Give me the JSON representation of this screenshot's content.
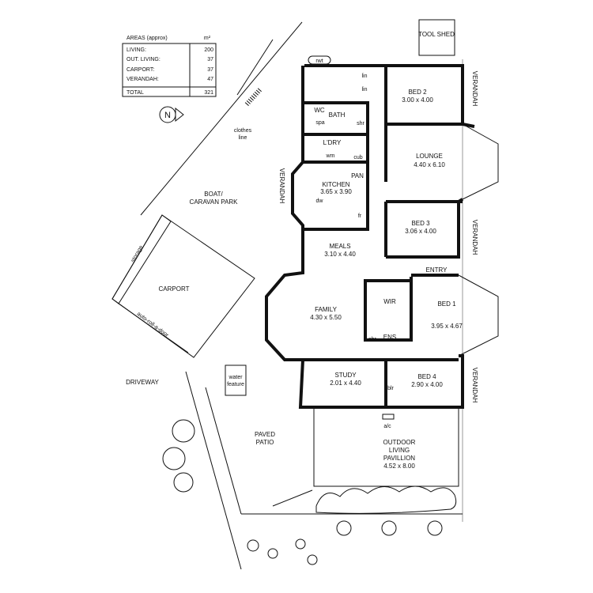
{
  "areas_table": {
    "header": "AREAS (approx)",
    "unit": "m²",
    "rows": [
      {
        "label": "LIVING:",
        "value": "200"
      },
      {
        "label": "OUT. LIVING:",
        "value": "37"
      },
      {
        "label": "CARPORT:",
        "value": "37"
      },
      {
        "label": "VERANDAH:",
        "value": "47"
      }
    ],
    "total": {
      "label": "TOTAL",
      "value": "321"
    }
  },
  "compass": "N",
  "labels": {
    "tool_shed": "TOOL SHED",
    "rwt": "rwt",
    "wc": "WC",
    "lin1": "lin",
    "lin2": "lin",
    "bath": "BATH",
    "spa": "spa",
    "shr_bath": "shr",
    "ldry": "L'DRY",
    "wm": "wm",
    "cub": "cub",
    "pan": "PAN",
    "kitchen": "KITCHEN",
    "kitchen_dim": "3.65 x 3.90",
    "dw": "dw",
    "fr": "fr",
    "bed2": "BED 2",
    "bed2_dim": "3.00 x 4.00",
    "lounge": "LOUNGE",
    "lounge_dim": "4.40 x 6.10",
    "bed3": "BED 3",
    "bed3_dim": "3.06 x 4.00",
    "meals": "MEALS",
    "meals_dim": "3.10 x 4.40",
    "entry": "ENTRY",
    "family": "FAMILY",
    "family_dim": "4.30 x 5.50",
    "wir": "WIR",
    "ens": "ENS",
    "shr_ens": "shr",
    "bed1": "BED 1",
    "bed1_dim": "3.95 x 4.67",
    "study": "STUDY",
    "study_dim": "2.01 x 4.40",
    "blr": "blr",
    "bed4": "BED 4",
    "bed4_dim": "2.90 x 4.00",
    "verandah_left": "VERANDAH",
    "verandah_1": "VERANDAH",
    "verandah_2": "VERANDAH",
    "verandah_3": "VERANDAH",
    "clothes_line_1": "clothes",
    "clothes_line_2": "line",
    "boat_1": "BOAT/",
    "boat_2": "CARAVAN PARK",
    "carport": "CARPORT",
    "storage": "storage",
    "auto_door": "auto-roll-a-door",
    "driveway": "DRIVEWAY",
    "water_1": "water",
    "water_2": "feature",
    "patio_1": "PAVED",
    "patio_2": "PATIO",
    "ac": "a/c",
    "pavilion_1": "OUTDOOR",
    "pavilion_2": "LIVING",
    "pavilion_3": "PAVILLION",
    "pavilion_dim": "4.52 x 8.00"
  }
}
